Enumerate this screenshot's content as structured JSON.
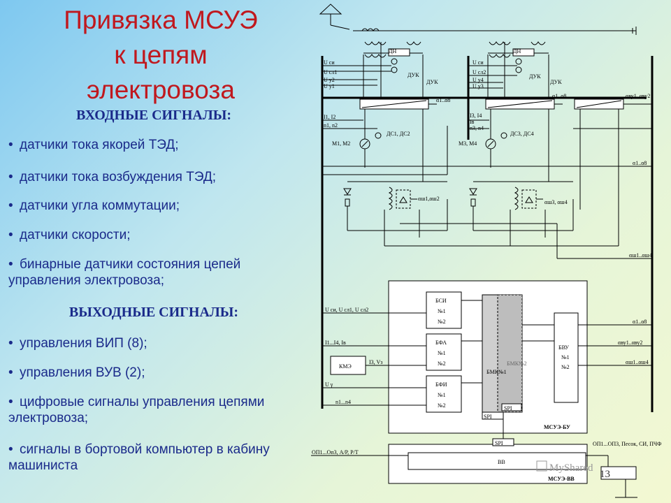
{
  "title": {
    "line1": "Привязка МСУЭ",
    "line2": "к цепям",
    "line3": "электровоза"
  },
  "inputs": {
    "heading": "ВХОДНЫЕ СИГНАЛЫ:",
    "items": [
      "датчики тока якорей ТЭД;",
      "датчики тока возбуждения ТЭД;",
      "датчики угла коммутации;",
      "датчики скорости;",
      "бинарные датчики состояния цепей управления электровоза;"
    ]
  },
  "outputs": {
    "heading": "ВЫХОДНЫЕ СИГНАЛЫ:",
    "items": [
      "управления ВИП (8);",
      "управления ВУВ (2);",
      "цифровые сигналы управления цепями электровоза;",
      "сигналы в бортовой компьютер в кабину машиниста"
    ]
  },
  "bullet": "•",
  "page_number": "13",
  "watermark": "MyShared",
  "diagram": {
    "labels": {
      "u_si": "U си",
      "u_sl1": "U сл1",
      "u_y2": "U у2",
      "u_y1": "U у1",
      "u_sl2": "U сл2",
      "u_y4": "U у4",
      "u_y3": "U у3",
      "dn": "ДН",
      "duk": "ДУК",
      "alpha18": "α1..α8",
      "avu12": "αву1..αву2",
      "i12": "I1, I2",
      "n12": "n1, n2",
      "i34": "I3, I4",
      "ia": "Iв",
      "n34": "n3, n4",
      "m12": "М1, М2",
      "m34": "М3, М4",
      "ds12": "ДС1, ДС2",
      "ds34": "ДС3, ДС4",
      "ash12": "αш1,αш2",
      "ash34": "αш3, αш4",
      "ash14": "αш1..αш4",
      "in_u": "U си, U сл1, U сл2",
      "in_i": "I1...I4, Iв",
      "in_iv": "I3, Vз",
      "u_gamma": "U γ",
      "n14": "n1...n4",
      "bsi": "БСИ",
      "bfa": "БФА",
      "bfi": "БФИ",
      "n1": "№1",
      "n2": "№2",
      "bmk1": "БМК№1",
      "bmk2": "БМК№2",
      "bvu": "БВУ",
      "kme": "КМЭ",
      "spi": "SPI",
      "msue_bu": "МСУЭ-БУ",
      "msue_vv": "МСУЭ-ВВ",
      "vv": "ВВ",
      "op_in": "ОП1...Оп3, А/Р, Р/Т",
      "op_out": "ОП1...ОП3, Песок, СИ, ПЧФ"
    }
  }
}
